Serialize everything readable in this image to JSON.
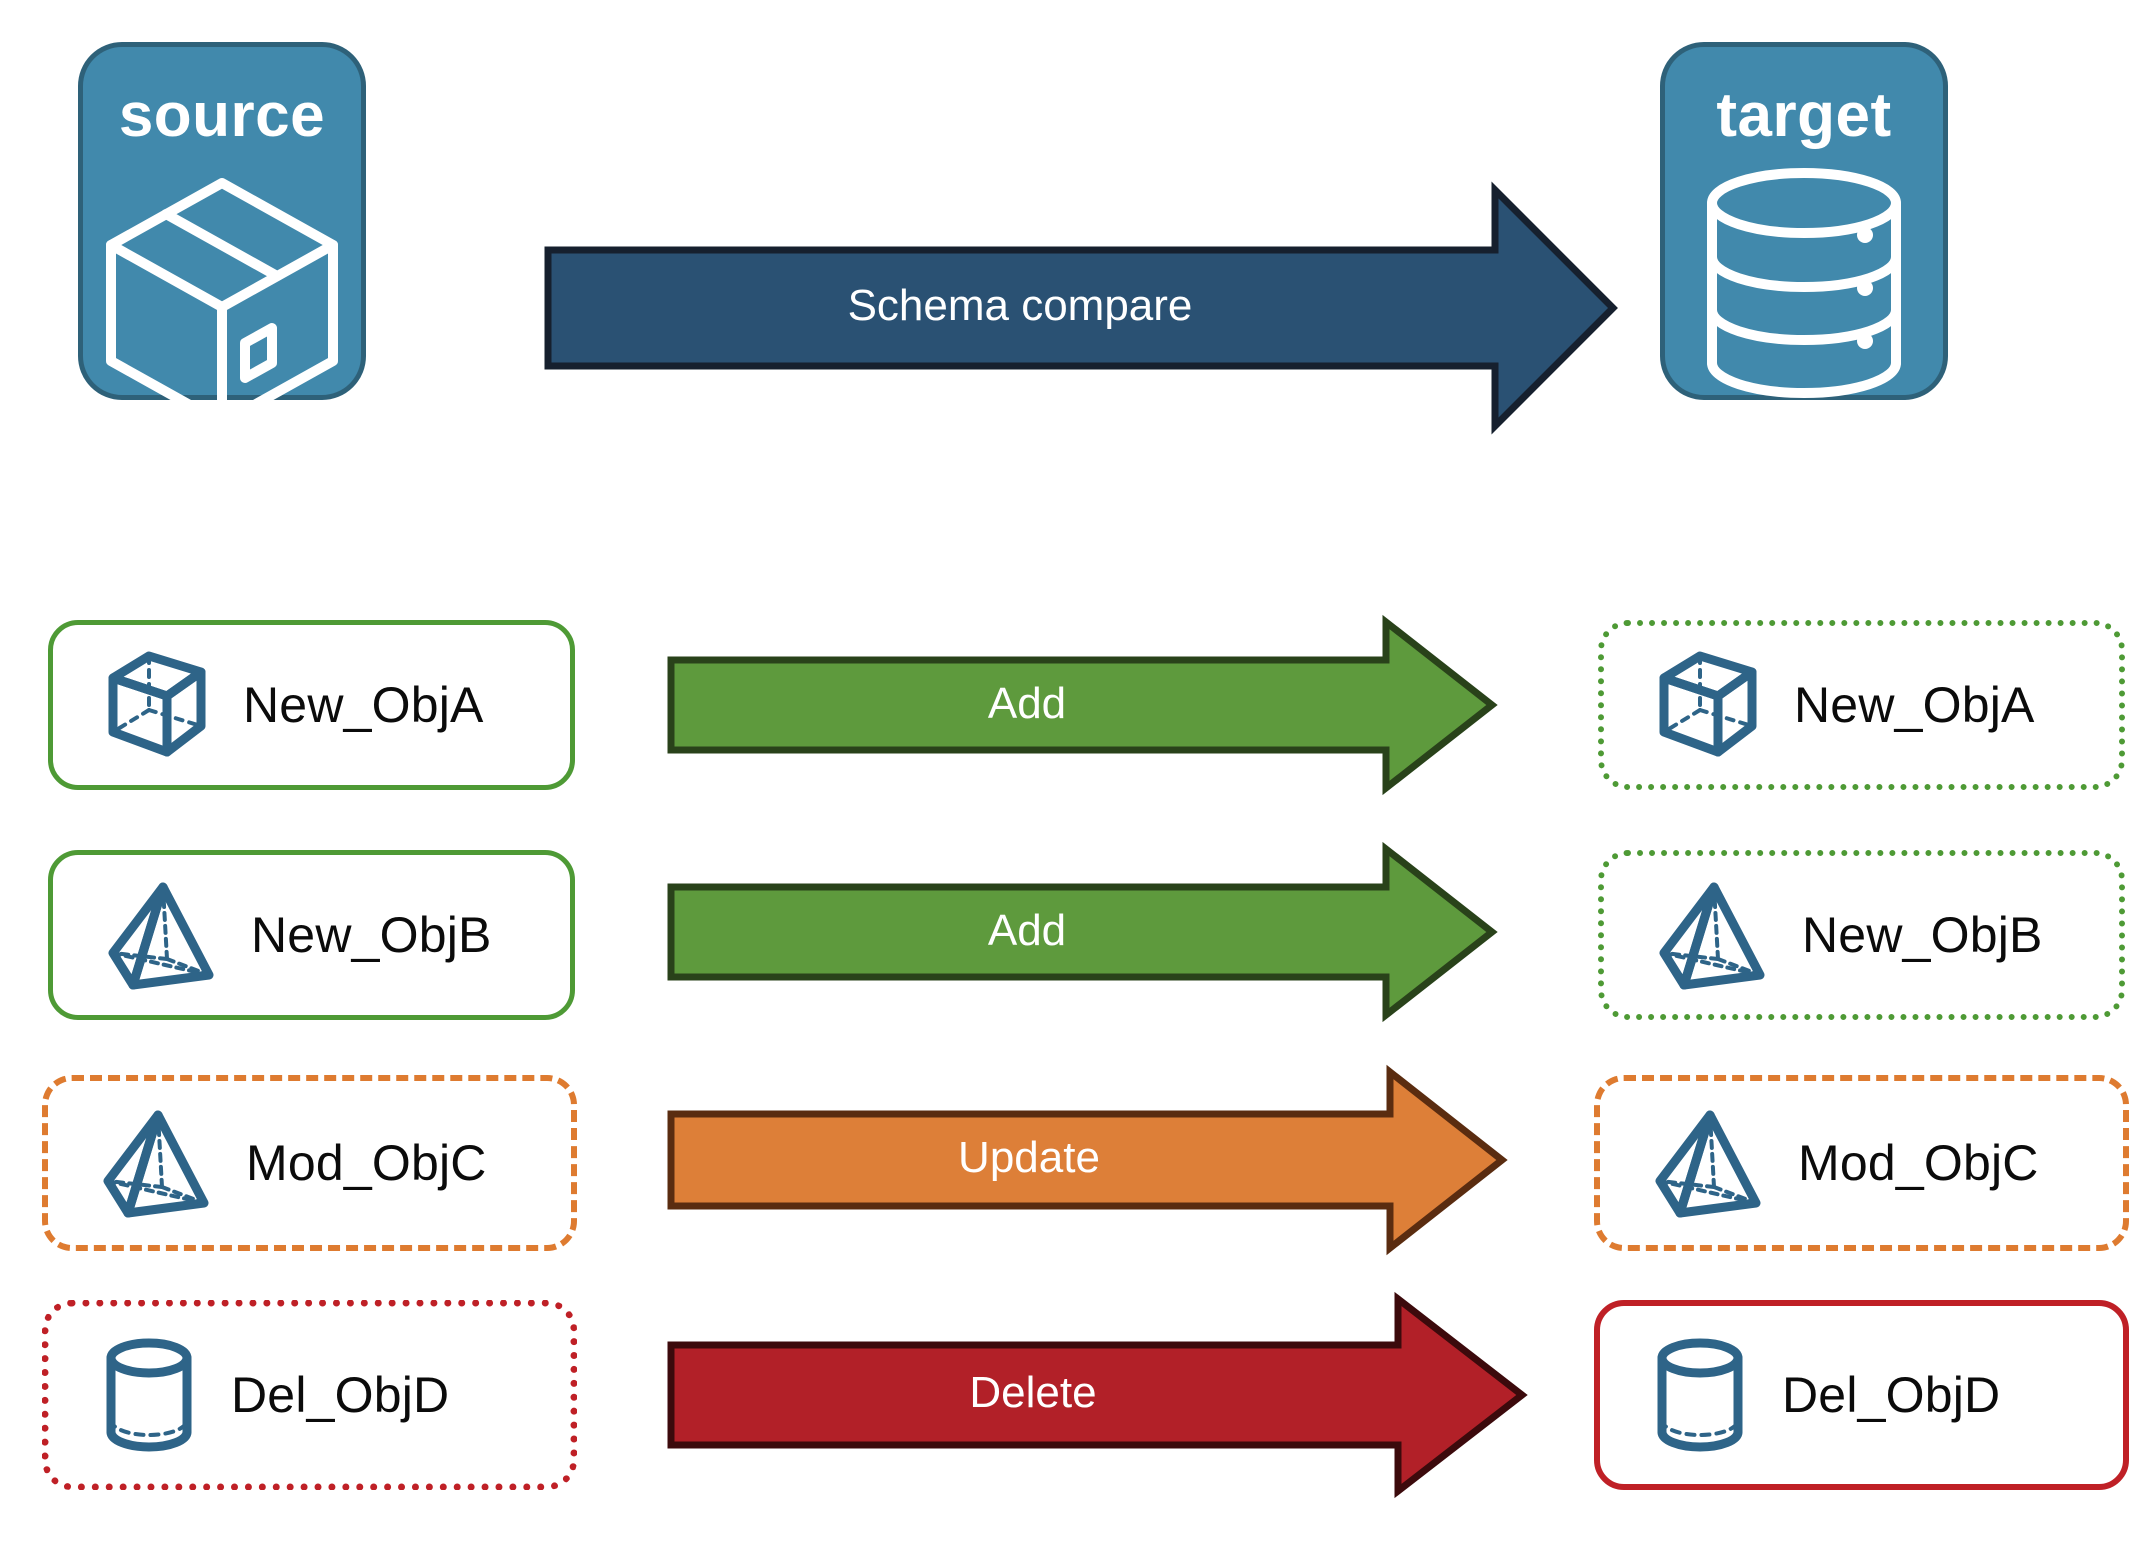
{
  "diagram": {
    "title": "Schema compare",
    "background": "#FFFFFF"
  },
  "palette": {
    "panel_fill": "#4189AC",
    "panel_border": "#2E6179",
    "compare_arrow_fill": "#2A5173",
    "compare_arrow_border": "#16202E",
    "add_fill": "#5E9A3D",
    "add_border": "#29421A",
    "update_fill": "#DD7F38",
    "update_border": "#5A2C10",
    "delete_fill": "#B22028",
    "delete_border": "#3C0A0C",
    "object_icon": "#2E6488",
    "green": "#4E9A35",
    "orange": "#DE7B30",
    "red": "#BF2026"
  },
  "endpoints": {
    "source": {
      "label": "source",
      "icon": "package-box-icon"
    },
    "target": {
      "label": "target",
      "icon": "database-cylinder-icon"
    }
  },
  "compare_arrow": {
    "label": "Schema compare",
    "direction": "right",
    "icon": "right-arrow-icon"
  },
  "rows": [
    {
      "action": "Add",
      "action_kind": "add",
      "arrow_icon": "right-arrow-icon",
      "source": {
        "label": "New_ObjA",
        "icon": "cube-wireframe-icon",
        "border_style": "solid",
        "border_color": "#4E9A35"
      },
      "target": {
        "label": "New_ObjA",
        "icon": "cube-wireframe-icon",
        "border_style": "dotted",
        "border_color": "#4E9A35"
      }
    },
    {
      "action": "Add",
      "action_kind": "add",
      "arrow_icon": "right-arrow-icon",
      "source": {
        "label": "New_ObjB",
        "icon": "pyramid-wireframe-icon",
        "border_style": "solid",
        "border_color": "#4E9A35"
      },
      "target": {
        "label": "New_ObjB",
        "icon": "pyramid-wireframe-icon",
        "border_style": "dotted",
        "border_color": "#4E9A35"
      }
    },
    {
      "action": "Update",
      "action_kind": "update",
      "arrow_icon": "right-arrow-icon",
      "source": {
        "label": "Mod_ObjC",
        "icon": "pyramid-wireframe-icon",
        "border_style": "dashed",
        "border_color": "#DE7B30"
      },
      "target": {
        "label": "Mod_ObjC",
        "icon": "pyramid-wireframe-icon",
        "border_style": "dashed",
        "border_color": "#DE7B30"
      }
    },
    {
      "action": "Delete",
      "action_kind": "delete",
      "arrow_icon": "right-arrow-icon",
      "source": {
        "label": "Del_ObjD",
        "icon": "cylinder-wireframe-icon",
        "border_style": "dotted",
        "border_color": "#BF2026"
      },
      "target": {
        "label": "Del_ObjD",
        "icon": "cylinder-wireframe-icon",
        "border_style": "solid",
        "border_color": "#BF2026"
      }
    }
  ]
}
